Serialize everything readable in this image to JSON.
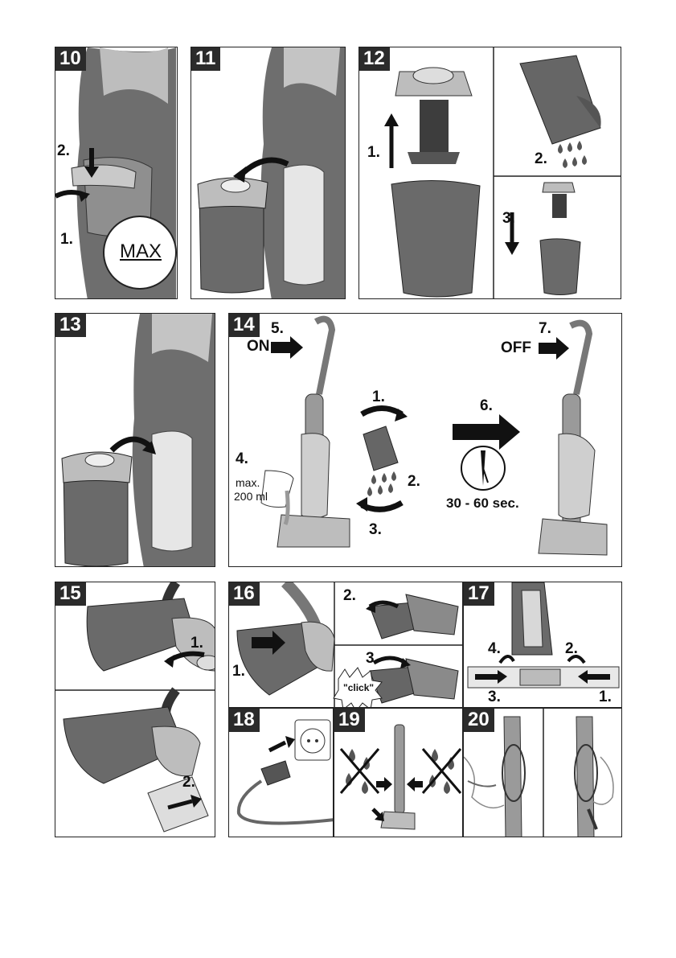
{
  "panels": {
    "p10": {
      "number": "10",
      "steps": [
        "2.",
        "1."
      ],
      "max_label": "MAX"
    },
    "p11": {
      "number": "11"
    },
    "p12": {
      "number": "12",
      "steps": [
        "1.",
        "2.",
        "3."
      ]
    },
    "p13": {
      "number": "13"
    },
    "p14": {
      "number": "14",
      "steps": [
        "5.",
        "7.",
        "1.",
        "6.",
        "2.",
        "3.",
        "4."
      ],
      "on_label": "ON",
      "off_label": "OFF",
      "max_volume": [
        "max.",
        "200 ml"
      ],
      "duration": "30 - 60 sec."
    },
    "p15": {
      "number": "15",
      "steps": [
        "1.",
        "2."
      ]
    },
    "p16": {
      "number": "16",
      "steps": [
        "1.",
        "2.",
        "3."
      ],
      "click_label": "\"click\""
    },
    "p17": {
      "number": "17",
      "steps": [
        "4.",
        "2.",
        "3.",
        "1."
      ]
    },
    "p18": {
      "number": "18"
    },
    "p19": {
      "number": "19"
    },
    "p20": {
      "number": "20"
    }
  },
  "colors": {
    "device_dark": "#5a5a5a",
    "device_mid": "#8c8c8c",
    "device_light": "#cfcfcf",
    "frame": "#222222"
  }
}
